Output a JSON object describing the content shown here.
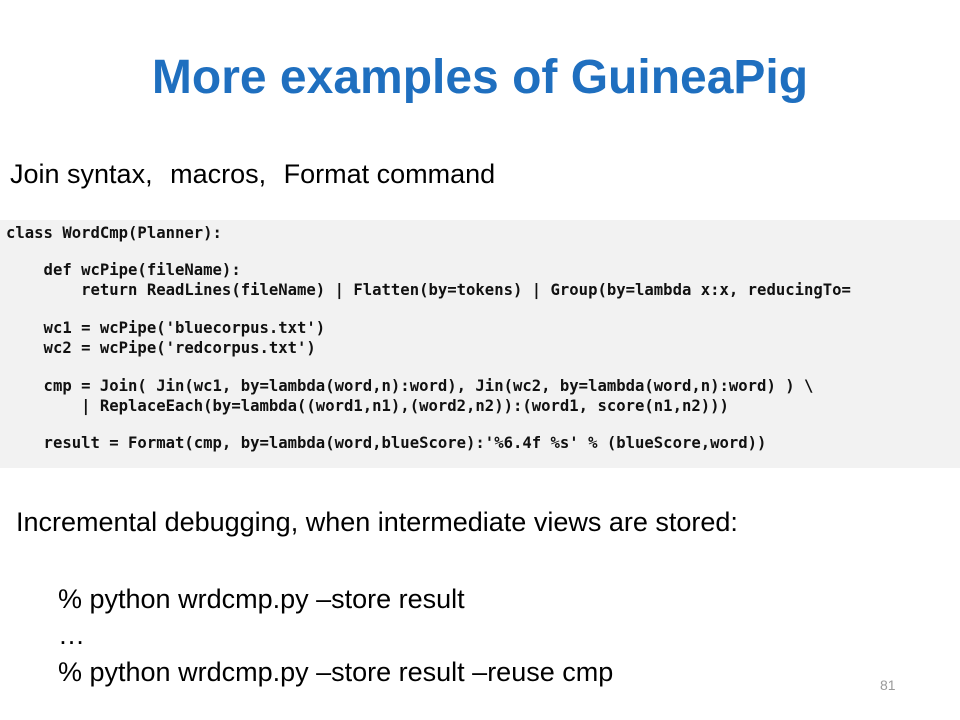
{
  "slide": {
    "title": "More examples of GuineaPig",
    "subtitle_parts": [
      "Join syntax,",
      "macros,",
      "Format command"
    ],
    "code_lines": [
      "class WordCmp(Planner):",
      "    def wcPipe(fileName):",
      "        return ReadLines(fileName) | Flatten(by=tokens) | Group(by=lambda x:x, reducingTo=",
      "    wc1 = wcPipe('bluecorpus.txt')",
      "    wc2 = wcPipe('redcorpus.txt')",
      "    cmp = Join( Jin(wc1, by=lambda(word,n):word), Jin(wc2, by=lambda(word,n):word) ) \\",
      "        | ReplaceEach(by=lambda((word1,n1),(word2,n2)):(word1, score(n1,n2)))",
      "    result = Format(cmp, by=lambda(word,blueScore):'%6.4f %s' % (blueScore,word))"
    ],
    "debug_intro": "Incremental debugging, when intermediate views are stored:",
    "commands": [
      "% python wrdcmp.py –store result",
      "…",
      "% python wrdcmp.py –store result –reuse cmp"
    ],
    "page_number": "81"
  },
  "colors": {
    "title": "#1f6fbf",
    "code_background": "#f2f2f2",
    "page_number": "#9a9a9a"
  }
}
